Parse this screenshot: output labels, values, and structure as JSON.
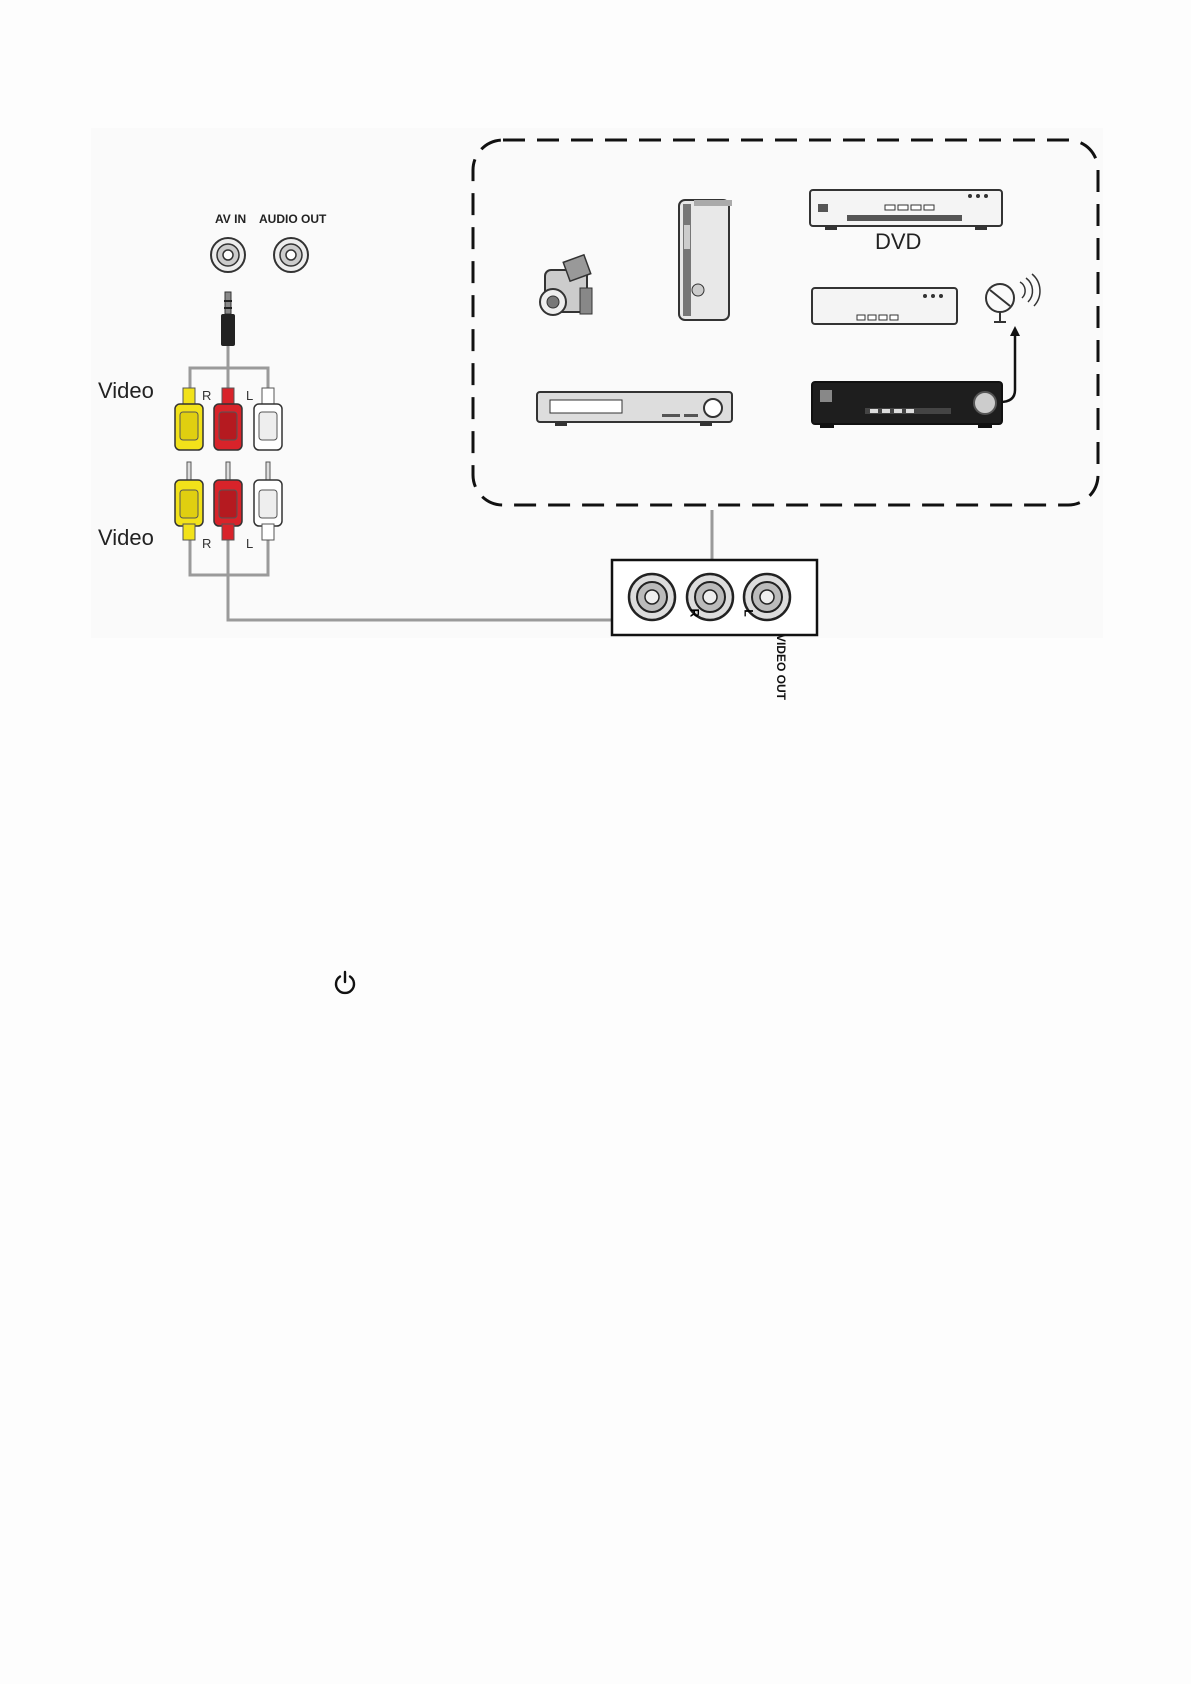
{
  "labels": {
    "av_in": "AV IN",
    "audio_out": "AUDIO OUT",
    "video_top": "Video",
    "video_bottom": "Video",
    "r": "R",
    "l": "L",
    "dvd": "DVD",
    "video_out": "VIDEO OUT"
  },
  "colors": {
    "yellow_plug": "#f2e21a",
    "red_plug": "#d8232a",
    "white_plug": "#ffffff",
    "cable": "#9a9a9a"
  },
  "icons": [
    "power-icon",
    "camcorder-icon",
    "game-console-icon",
    "dvd-player-icon",
    "set-top-box-icon",
    "satellite-dish-icon",
    "vcr-icon",
    "satellite-receiver-icon"
  ]
}
